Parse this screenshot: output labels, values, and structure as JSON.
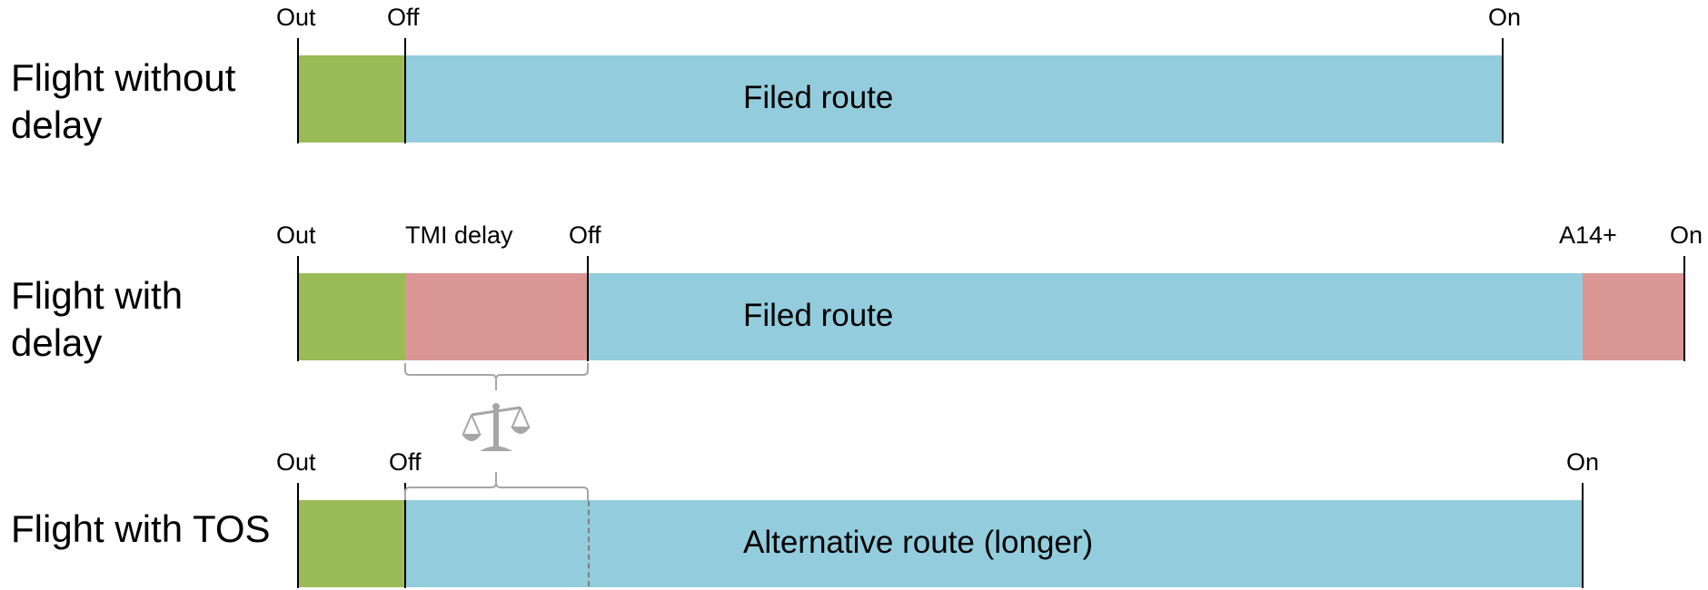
{
  "colors": {
    "ground": "#9bbb59",
    "route": "#93cddd",
    "delay": "#d99694",
    "bracket": "#a6a6a6",
    "scale_icon": "#a6a6a6",
    "tick_line": "#000000"
  },
  "rows": [
    {
      "label": "Flight without delay",
      "ticks": [
        "Out",
        "Off",
        "On"
      ],
      "segments": [
        {
          "kind": "ground"
        },
        {
          "kind": "route",
          "text": "Filed route"
        }
      ]
    },
    {
      "label": "Flight with delay",
      "ticks": [
        "Out",
        "TMI delay",
        "Off",
        "A14+",
        "On"
      ],
      "segments": [
        {
          "kind": "ground"
        },
        {
          "kind": "delay"
        },
        {
          "kind": "route",
          "text": "Filed route"
        },
        {
          "kind": "delay"
        }
      ]
    },
    {
      "label": "Flight with TOS",
      "ticks": [
        "Out",
        "Off",
        "On"
      ],
      "segments": [
        {
          "kind": "ground"
        },
        {
          "kind": "route",
          "text": "Alternative route (longer)"
        }
      ]
    }
  ],
  "comparison_icon": "balance-scale-icon"
}
